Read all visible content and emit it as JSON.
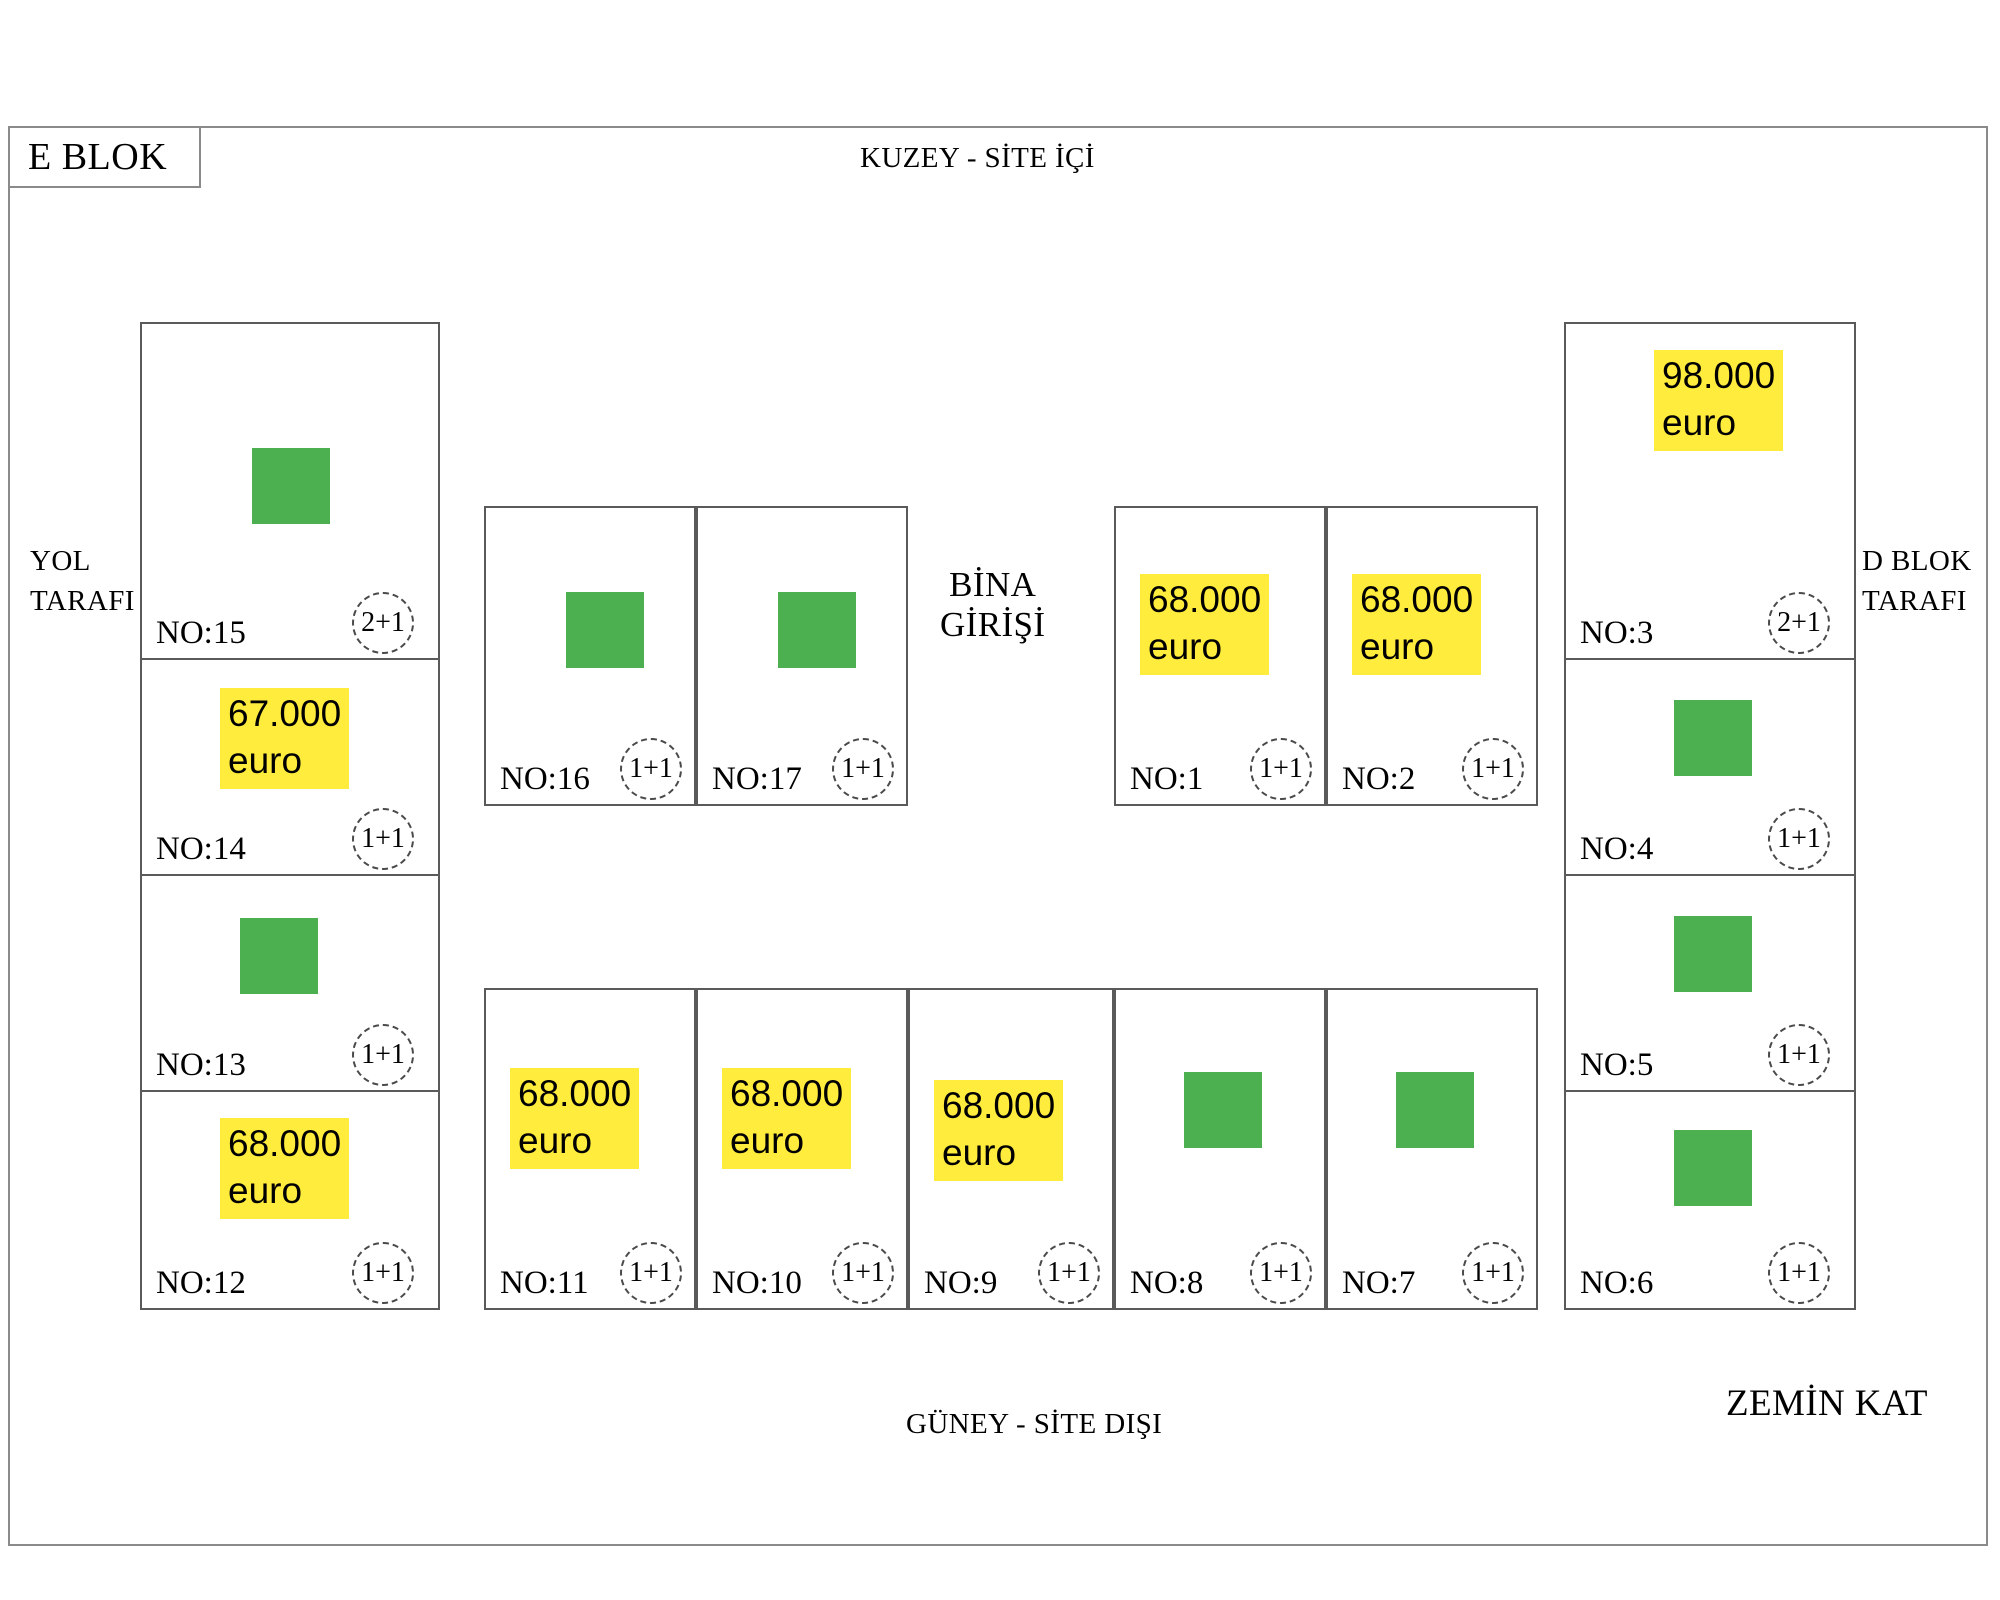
{
  "block_tag": "E BLOK",
  "captions": {
    "north": "KUZEY - SİTE İÇİ",
    "south": "GÜNEY - SİTE DIŞI",
    "west_line1": "YOL",
    "west_line2": "TARAFI",
    "east_line1": "D BLOK",
    "east_line2": "TARAFI",
    "floor": "ZEMİN KAT",
    "entry_line1": "BİNA",
    "entry_line2": "GİRİŞİ"
  },
  "colors": {
    "available_green": "#4caf50",
    "price_yellow": "#ffec3d",
    "wall": "#5a5a5a",
    "frame": "#8a8a8a"
  },
  "units": [
    {
      "id": "u15",
      "label": "NO:15",
      "type": "2+1",
      "price": null,
      "currency": null,
      "status": "green"
    },
    {
      "id": "u14",
      "label": "NO:14",
      "type": "1+1",
      "price": "67.000",
      "currency": "euro",
      "status": "price"
    },
    {
      "id": "u13",
      "label": "NO:13",
      "type": "1+1",
      "price": null,
      "currency": null,
      "status": "green"
    },
    {
      "id": "u12",
      "label": "NO:12",
      "type": "1+1",
      "price": "68.000",
      "currency": "euro",
      "status": "price"
    },
    {
      "id": "u16",
      "label": "NO:16",
      "type": "1+1",
      "price": null,
      "currency": null,
      "status": "green"
    },
    {
      "id": "u17",
      "label": "NO:17",
      "type": "1+1",
      "price": null,
      "currency": null,
      "status": "green"
    },
    {
      "id": "u1",
      "label": "NO:1",
      "type": "1+1",
      "price": "68.000",
      "currency": "euro",
      "status": "price"
    },
    {
      "id": "u2",
      "label": "NO:2",
      "type": "1+1",
      "price": "68.000",
      "currency": "euro",
      "status": "price"
    },
    {
      "id": "u3",
      "label": "NO:3",
      "type": "2+1",
      "price": "98.000",
      "currency": "euro",
      "status": "price"
    },
    {
      "id": "u4",
      "label": "NO:4",
      "type": "1+1",
      "price": null,
      "currency": null,
      "status": "green"
    },
    {
      "id": "u5",
      "label": "NO:5",
      "type": "1+1",
      "price": null,
      "currency": null,
      "status": "green"
    },
    {
      "id": "u6",
      "label": "NO:6",
      "type": "1+1",
      "price": null,
      "currency": null,
      "status": "green"
    },
    {
      "id": "u11",
      "label": "NO:11",
      "type": "1+1",
      "price": "68.000",
      "currency": "euro",
      "status": "price"
    },
    {
      "id": "u10",
      "label": "NO:10",
      "type": "1+1",
      "price": "68.000",
      "currency": "euro",
      "status": "price"
    },
    {
      "id": "u9",
      "label": "NO:9",
      "type": "1+1",
      "price": "68.000",
      "currency": "euro",
      "status": "price"
    },
    {
      "id": "u8",
      "label": "NO:8",
      "type": "1+1",
      "price": null,
      "currency": null,
      "status": "green"
    },
    {
      "id": "u7",
      "label": "NO:7",
      "type": "1+1",
      "price": null,
      "currency": null,
      "status": "green"
    }
  ]
}
